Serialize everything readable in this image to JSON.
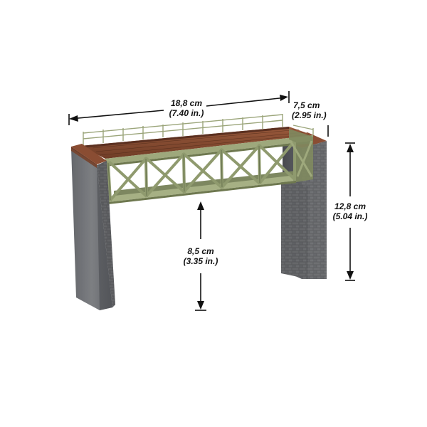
{
  "dimensions": {
    "length": {
      "metric": "18,8 cm",
      "imperial": "(7.40 in.)"
    },
    "width": {
      "metric": "7,5 cm",
      "imperial": "(2.95 in.)"
    },
    "height": {
      "metric": "12,8 cm",
      "imperial": "(5.04 in.)"
    },
    "clearance": {
      "metric": "8,5 cm",
      "imperial": "(3.35 in.)"
    }
  },
  "colors": {
    "background": "#ffffff",
    "truss": "#8f9a6e",
    "truss_dark": "#5f6a48",
    "deck_top": "#8a4d33",
    "pier_stone": "#6d6f73",
    "pier_dark": "#4b4d52",
    "annotation": "#111111"
  }
}
